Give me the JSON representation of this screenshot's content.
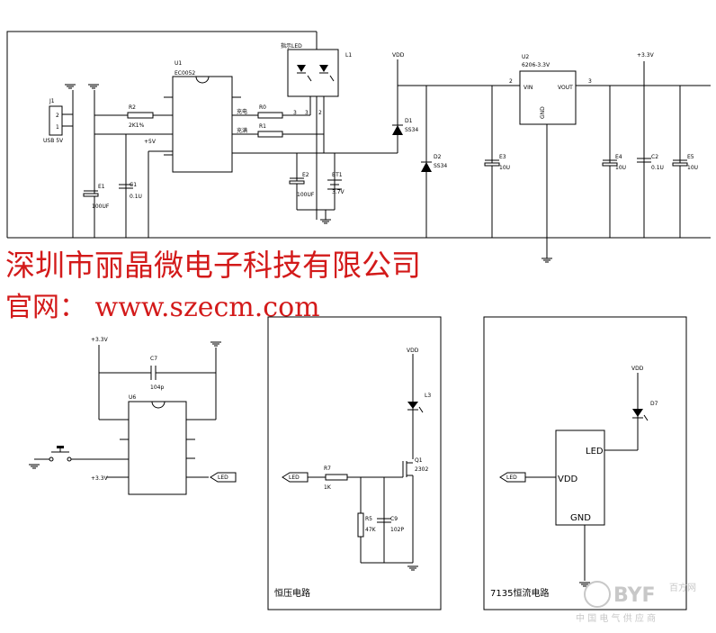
{
  "banner": {
    "company": "深圳市丽晶微电子科技有限公司",
    "website": "官网：  www.szecm.com"
  },
  "charger": {
    "j1": "J1",
    "j1_pin2": "2",
    "j1_pin1": "1",
    "j1_name": "USB 5V",
    "r2": "R2",
    "r2_value": "2K1%",
    "u1": "U1",
    "u1_part": "EC0052",
    "u1_pin_charge": "充电",
    "u1_pin_full": "充满",
    "plus5v": "+5V",
    "e1": "E1",
    "e1_value": "100UF",
    "c1": "C1",
    "c1_value": "0.1U",
    "led_ind": "指示LED",
    "l1": "L1",
    "r0": "R0",
    "r1": "R1",
    "pin3a": "3",
    "pin3b": "3",
    "pin2": "2",
    "e2": "E2",
    "e2_value": "100UF",
    "bt1": "BT1",
    "bt1_value": "3.7V",
    "d1": "D1",
    "d1_value": "SS34",
    "d2": "D2",
    "d2_value": "SS34",
    "vdd": "VDD",
    "e3": "E3",
    "e3_value": "10U"
  },
  "ldo": {
    "u2": "U2",
    "u2_part": "6206-3.3V",
    "vin": "VIN",
    "vout": "VOUT",
    "gnd": "GND",
    "pin2": "2",
    "pin3": "3",
    "plus33": "+3.3V",
    "e4": "E4",
    "e4_value": "10U",
    "c2": "C2",
    "c2_value": "0.1U",
    "e5": "E5",
    "e5_value": "10U"
  },
  "mcu": {
    "plus33": "+3.3V",
    "c7": "C7",
    "c7_value": "104p",
    "u6": "U6",
    "plus33b": "+3.3V",
    "led": "LED"
  },
  "const_voltage": {
    "vdd": "VDD",
    "l3": "L3",
    "q1": "Q1",
    "q1_part": "2302",
    "led": "LED",
    "r7": "R7",
    "r7_value": "1K",
    "r5": "R5",
    "r5_value": "47K",
    "c9": "C9",
    "c9_value": "102P",
    "title": "恒压电路"
  },
  "const_current": {
    "vdd": "VDD",
    "d7": "D7",
    "pin_led": "LED",
    "pin_vdd": "VDD",
    "pin_gnd": "GND",
    "led": "LED",
    "title": "7135恒流电路"
  },
  "watermark": {
    "logo": "BYF",
    "sub": "百方网",
    "tagline": "中 国 电 气 供 应 商"
  }
}
